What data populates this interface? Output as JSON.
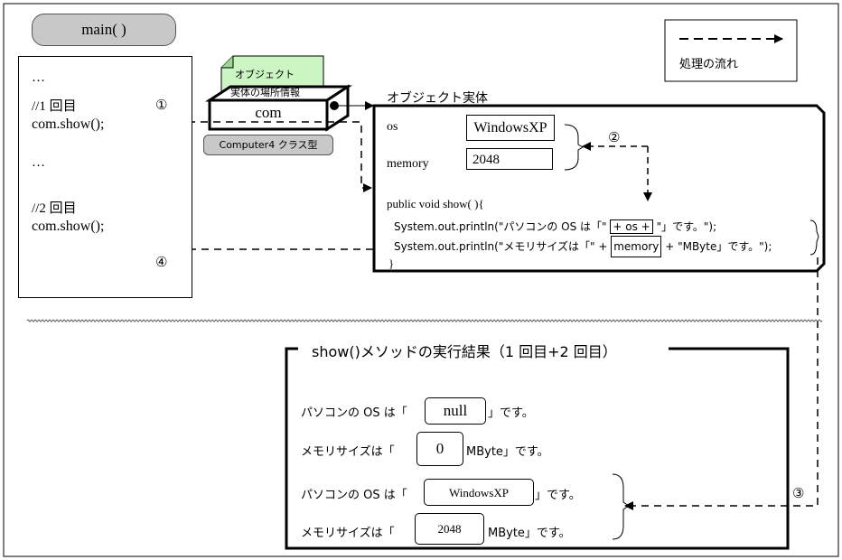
{
  "main_label": "main( )",
  "caller_code": [
    "…",
    "//1 回目",
    "com.show();",
    "…",
    "//2 回目",
    "com.show();"
  ],
  "legend": {
    "label": "処理の流れ"
  },
  "reference_note": [
    "オブジェクト",
    "実体の場所情報"
  ],
  "variable_name": "com",
  "class_type": "Computer4 クラス型",
  "object_label": "オブジェクト実体",
  "fields": [
    {
      "name": "os",
      "value": "WindowsXP"
    },
    {
      "name": "memory",
      "value": "2048"
    }
  ],
  "method": {
    "signature": "public void show( ){",
    "line1": {
      "pre": "System.out.println(\"パソコンの OS は「\"",
      "boxed": "+ os +",
      "post": "\"」です。\");"
    },
    "line2": {
      "pre": "System.out.println(\"メモリサイズは「\" +",
      "boxed": "memory",
      "post": "+ \"MByte」です。\");"
    },
    "close": "}"
  },
  "steps": [
    "①",
    "②",
    "③",
    "④"
  ],
  "result": {
    "title": "show()メソッドの実行結果（1 回目+2 回目）",
    "rows": [
      {
        "pre": "パソコンの OS は「",
        "value": "null",
        "post": "」です。"
      },
      {
        "pre": "メモリサイズは「",
        "value": "0",
        "post": "MByte」です。"
      },
      {
        "pre": "パソコンの OS は「",
        "value": "WindowsXP",
        "post": "」です。"
      },
      {
        "pre": "メモリサイズは「",
        "value": "2048",
        "post": "MByte」です。"
      }
    ]
  }
}
